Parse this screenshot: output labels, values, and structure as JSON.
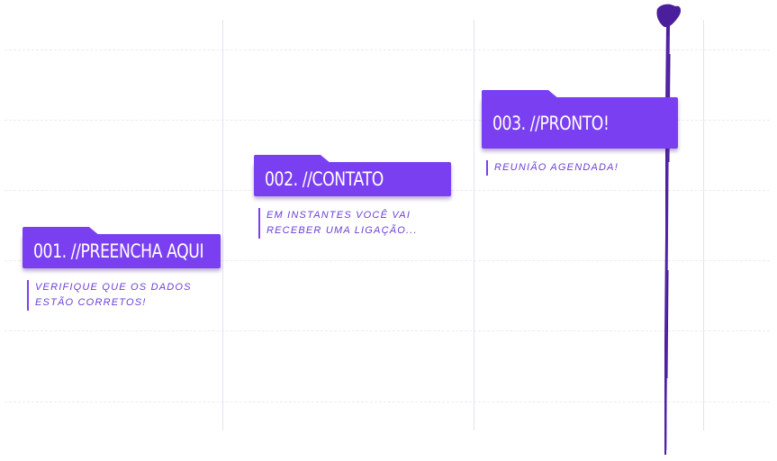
{
  "steps": [
    {
      "title": "001. //PREENCHA AQUI",
      "desc_lines": [
        "VERIFIQUE QUE OS DADOS",
        "ESTÃO CORRETOS!"
      ]
    },
    {
      "title": "002. //CONTATO",
      "desc_lines": [
        "EM INSTANTES VOCÊ VAI",
        "RECEBER UMA LIGAÇÃO..."
      ]
    },
    {
      "title": "003. //PRONTO!",
      "desc_lines": [
        "REUNIÃO AGENDADA!"
      ]
    }
  ],
  "colors": {
    "accent": "#7b3ff2",
    "accent_text": "#6a3fd6",
    "brush": "#4b1f9c"
  }
}
